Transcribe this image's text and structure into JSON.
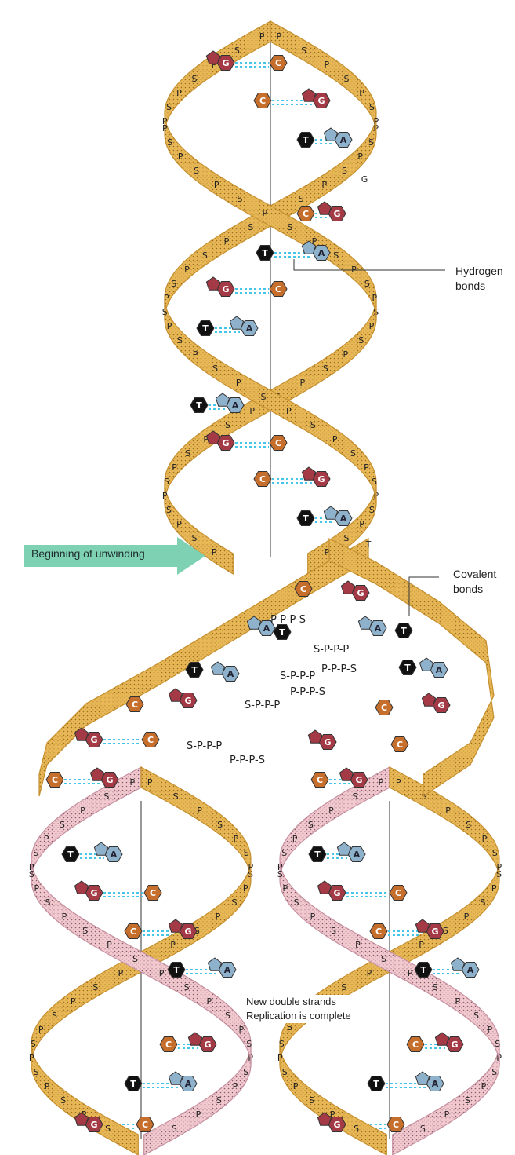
{
  "labels": {
    "hydrogen_bonds_line1": "Hydrogen",
    "hydrogen_bonds_line2": "bonds",
    "covalent_bonds_line1": "Covalent",
    "covalent_bonds_line2": "bonds",
    "unwinding": "Beginning of unwinding",
    "new_strands_line1": "New double strands",
    "new_strands_line2": "Replication is complete",
    "letter_g": "G",
    "letter_t": "T"
  },
  "backbone_sequences": [
    "P-P-P-S",
    "S-P-P-P",
    "P-P-P-S",
    "S-P-P-P",
    "P-P-P-S",
    "S-P-P-P",
    "S-P-P-P",
    "P-P-P-S"
  ],
  "backbone_letters": [
    "S",
    "P",
    "S",
    "P",
    "S",
    "P",
    "S",
    "P",
    "S",
    "P",
    "S",
    "P",
    "S",
    "P"
  ],
  "base_letters": {
    "adenine": "A",
    "thymine": "T",
    "guanine": "G",
    "cytosine": "C"
  },
  "colors": {
    "parent_strand": "#e8b857",
    "parent_strand_dark": "#c58f2e",
    "new_strand": "#f1c9cf",
    "new_strand_dark": "#c58fa0",
    "guanine": "#a33a45",
    "cytosine": "#c66e2c",
    "adenine": "#8fb2cc",
    "thymine": "#111111",
    "hydrogen_bond": "#44c6e8",
    "arrow": "#7fd1b4"
  }
}
